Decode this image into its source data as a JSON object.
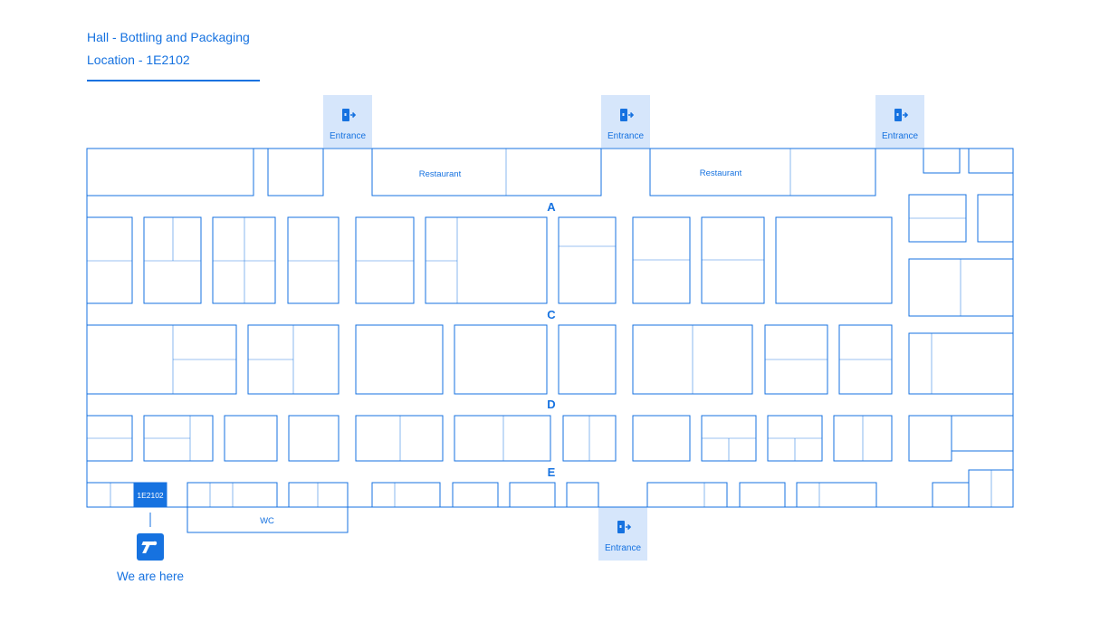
{
  "header": {
    "hall": "Hall - Bottling and Packaging",
    "location": "Location - 1E2102"
  },
  "map": {
    "aisles": [
      "A",
      "C",
      "D",
      "E"
    ],
    "entrance_label": "Entrance",
    "restaurant_label": "Restaurant",
    "wc_label": "WC",
    "highlighted_booth": "1E2102",
    "you_are_here": "We are here",
    "colors": {
      "primary": "#1672e0",
      "entrance_bg": "#d6e6fb",
      "highlight": "#1672e0"
    }
  }
}
